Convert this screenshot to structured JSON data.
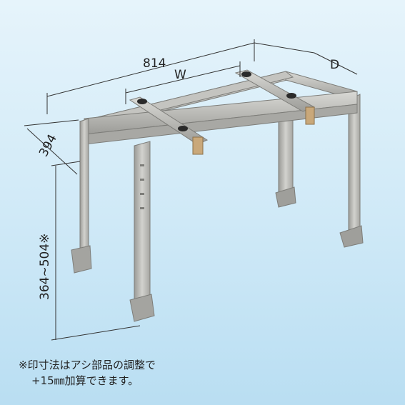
{
  "dimensions": {
    "width_overall": "814",
    "width_variable": "W",
    "depth_variable": "D",
    "depth_overall": "394",
    "height_range": "364~504※"
  },
  "note": {
    "line1": "※印寸法はアシ部品の調整で",
    "line2": "+15㎜加算できます。"
  },
  "colors": {
    "background": "#cfe9f7",
    "frame": "#b8b8b4",
    "frame_dark": "#8e8e8a",
    "bolt": "#2a2a2a",
    "bracket": "#c9a87a"
  }
}
